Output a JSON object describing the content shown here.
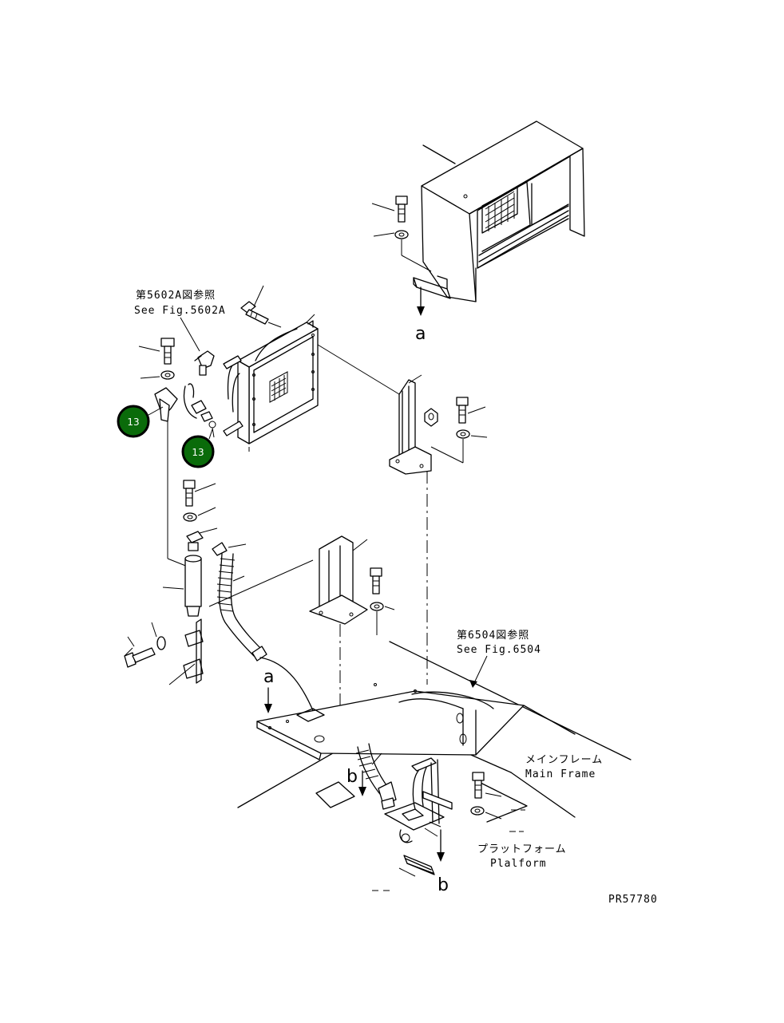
{
  "notes": {
    "ref_5602": {
      "jp": "第5602A図参照",
      "en": "See Fig.5602A"
    },
    "ref_6504": {
      "jp": "第6504図参照",
      "en": "See Fig.6504"
    },
    "main_frame": {
      "jp": "メインフレーム",
      "en": "Main Frame"
    },
    "platform": {
      "jp": "プラットフォーム",
      "en": "Plalform"
    }
  },
  "view_markers": {
    "a": "a",
    "b": "b"
  },
  "callouts": [
    {
      "number": "13"
    },
    {
      "number": "13"
    }
  ],
  "drawing_number": "PR57780",
  "colors": {
    "callout_fill": "#0a6b0a",
    "callout_text": "#ffffff",
    "line": "#000000"
  }
}
